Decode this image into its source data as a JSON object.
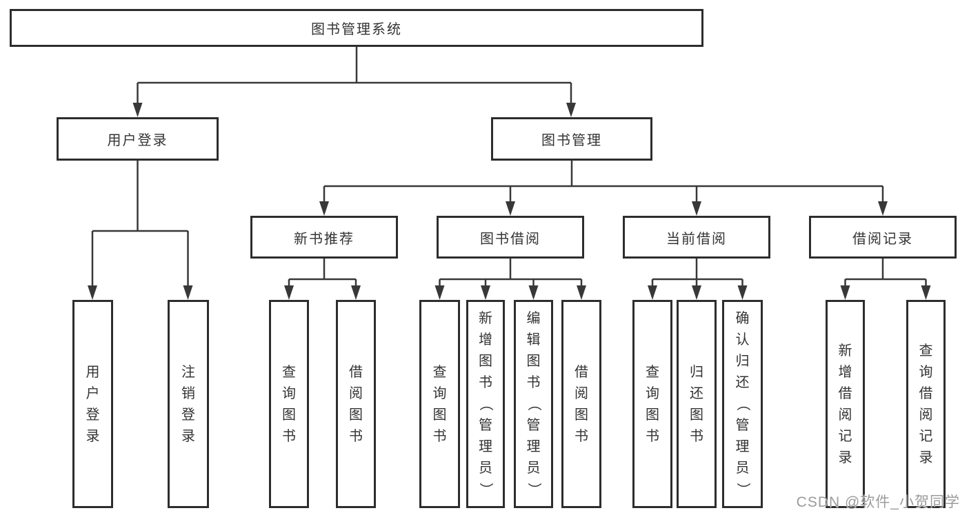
{
  "tree": {
    "root": {
      "label": "图书管理系统"
    },
    "branches": [
      {
        "label": "用户登录",
        "leaves": [
          {
            "label": "用户登录"
          },
          {
            "label": "注销登录"
          }
        ]
      },
      {
        "label": "图书管理",
        "groups": [
          {
            "label": "新书推荐",
            "leaves": [
              {
                "label": "查询图书"
              },
              {
                "label": "借阅图书"
              }
            ]
          },
          {
            "label": "图书借阅",
            "leaves": [
              {
                "label": "查询图书"
              },
              {
                "label": "新增图书（管理员）"
              },
              {
                "label": "编辑图书（管理员）"
              },
              {
                "label": "借阅图书"
              }
            ]
          },
          {
            "label": "当前借阅",
            "leaves": [
              {
                "label": "查询图书"
              },
              {
                "label": "归还图书"
              },
              {
                "label": "确认归还（管理员）"
              }
            ]
          },
          {
            "label": "借阅记录",
            "leaves": [
              {
                "label": "新增借阅记录"
              },
              {
                "label": "查询借阅记录"
              }
            ]
          }
        ]
      }
    ]
  },
  "watermark": {
    "text": "CSDN @软件_小贺同学"
  },
  "colors": {
    "line": "#383838",
    "box_border": "#2d2d2d",
    "text": "#333333",
    "watermark": "#9b9b9b",
    "background": "#ffffff"
  }
}
